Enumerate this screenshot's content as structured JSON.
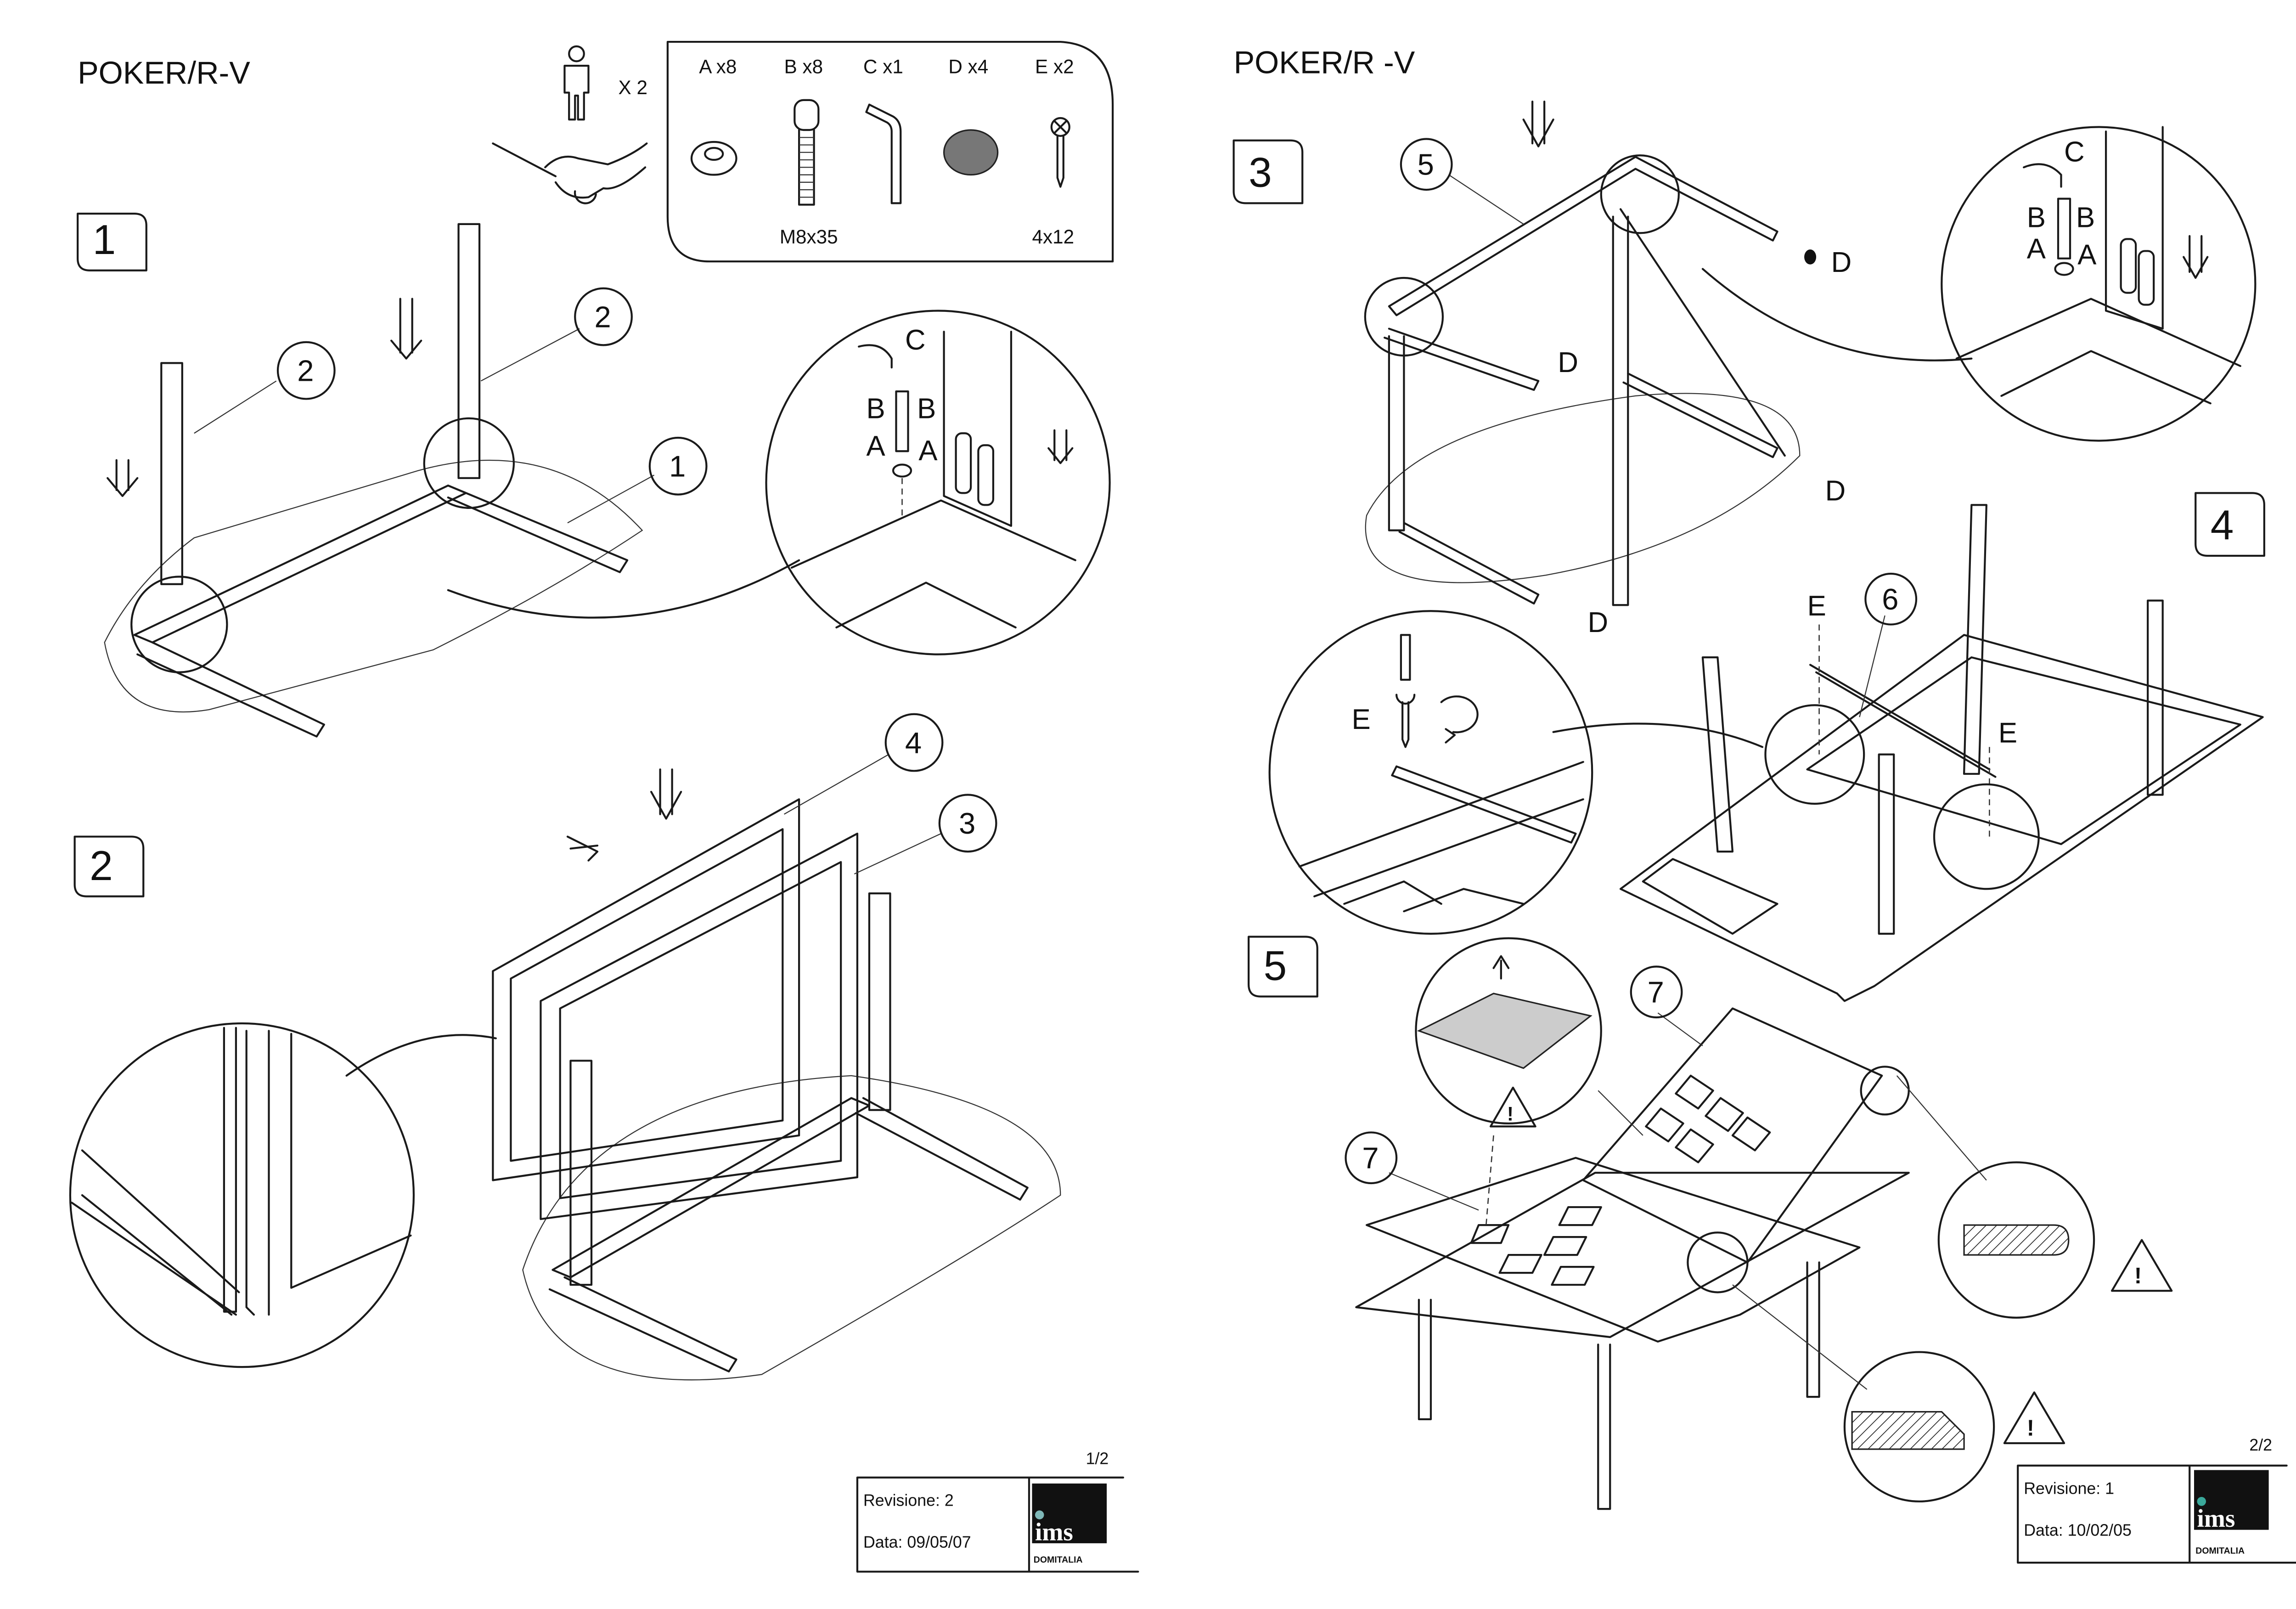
{
  "pages": [
    {
      "title": "POKER/R-V",
      "people_count": "X 2",
      "hardware": [
        {
          "label": "A x8",
          "icon": "washer-icon"
        },
        {
          "label": "B x8",
          "icon": "bolt-icon",
          "size": "M8x35"
        },
        {
          "label": "C x1",
          "icon": "allen-key-icon"
        },
        {
          "label": "D x4",
          "icon": "felt-pad-icon"
        },
        {
          "label": "E x2",
          "icon": "screw-icon",
          "size": "4x12"
        }
      ],
      "steps": [
        {
          "number": "1",
          "callouts": [
            "2",
            "2",
            "1"
          ],
          "detail_labels": [
            "C",
            "B",
            "B",
            "A",
            "A"
          ]
        },
        {
          "number": "2",
          "callouts": [
            "4",
            "3"
          ]
        }
      ],
      "page_number": "1/2",
      "revision": "Revisione: 2",
      "date": "Data: 09/05/07",
      "logo": {
        "text": "ims",
        "subtext": "DOMITALIA",
        "dot_color": "#7fb8b8"
      }
    },
    {
      "title": "POKER/R -V",
      "steps": [
        {
          "number": "3",
          "callouts": [
            "5"
          ],
          "part_labels": [
            "D",
            "D",
            "D",
            "D"
          ],
          "detail_labels": [
            "C",
            "B",
            "B",
            "A",
            "A"
          ]
        },
        {
          "number": "4",
          "callouts": [
            "6"
          ],
          "part_labels": [
            "E",
            "E"
          ],
          "detail_labels": [
            "E"
          ]
        },
        {
          "number": "5",
          "callouts": [
            "7",
            "7"
          ]
        }
      ],
      "page_number": "2/2",
      "revision": "Revisione: 1",
      "date": "Data: 10/02/05",
      "logo": {
        "text": "ims",
        "subtext": "DOMITALIA",
        "dot_color": "#3aa89a"
      }
    }
  ]
}
